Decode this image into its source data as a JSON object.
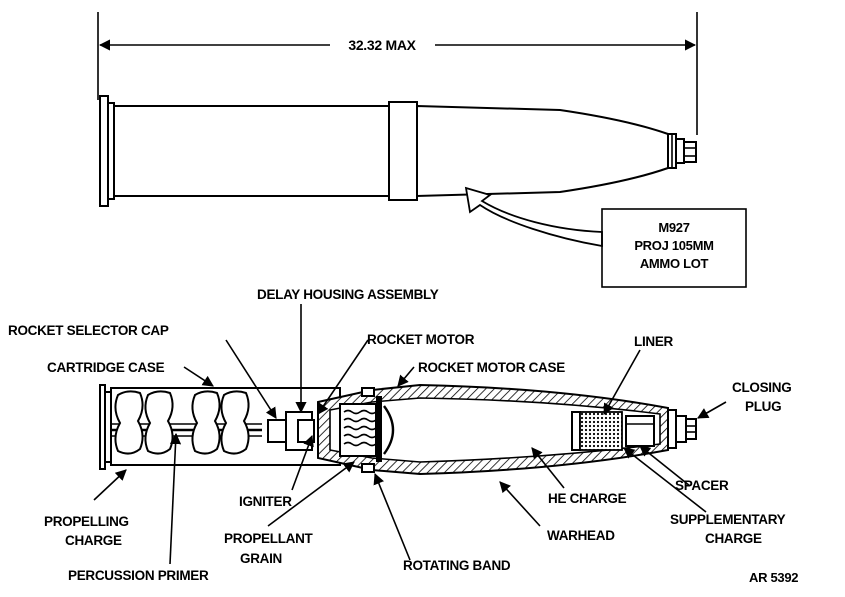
{
  "diagram": {
    "dimension": "32.32 MAX",
    "data_plate": [
      "M927",
      "PROJ 105MM",
      "AMMO LOT"
    ],
    "labels": {
      "delay_housing_assembly": "DELAY HOUSING ASSEMBLY",
      "rocket_selector_cap": "ROCKET SELECTOR CAP",
      "rocket_motor": "ROCKET MOTOR",
      "cartridge_case": "CARTRIDGE CASE",
      "rocket_motor_case": "ROCKET MOTOR CASE",
      "liner": "LINER",
      "closing_plug": [
        "CLOSING",
        "PLUG"
      ],
      "igniter": "IGNITER",
      "he_charge": "HE CHARGE",
      "spacer": "SPACER",
      "propelling_charge": [
        "PROPELLING",
        "CHARGE"
      ],
      "propellant_grain": [
        "PROPELLANT",
        "GRAIN"
      ],
      "warhead": "WARHEAD",
      "supplementary_charge": [
        "SUPPLEMENTARY",
        "CHARGE"
      ],
      "percussion_primer": "PERCUSSION PRIMER",
      "rotating_band": "ROTATING BAND"
    },
    "figure_id": "AR 5392"
  }
}
